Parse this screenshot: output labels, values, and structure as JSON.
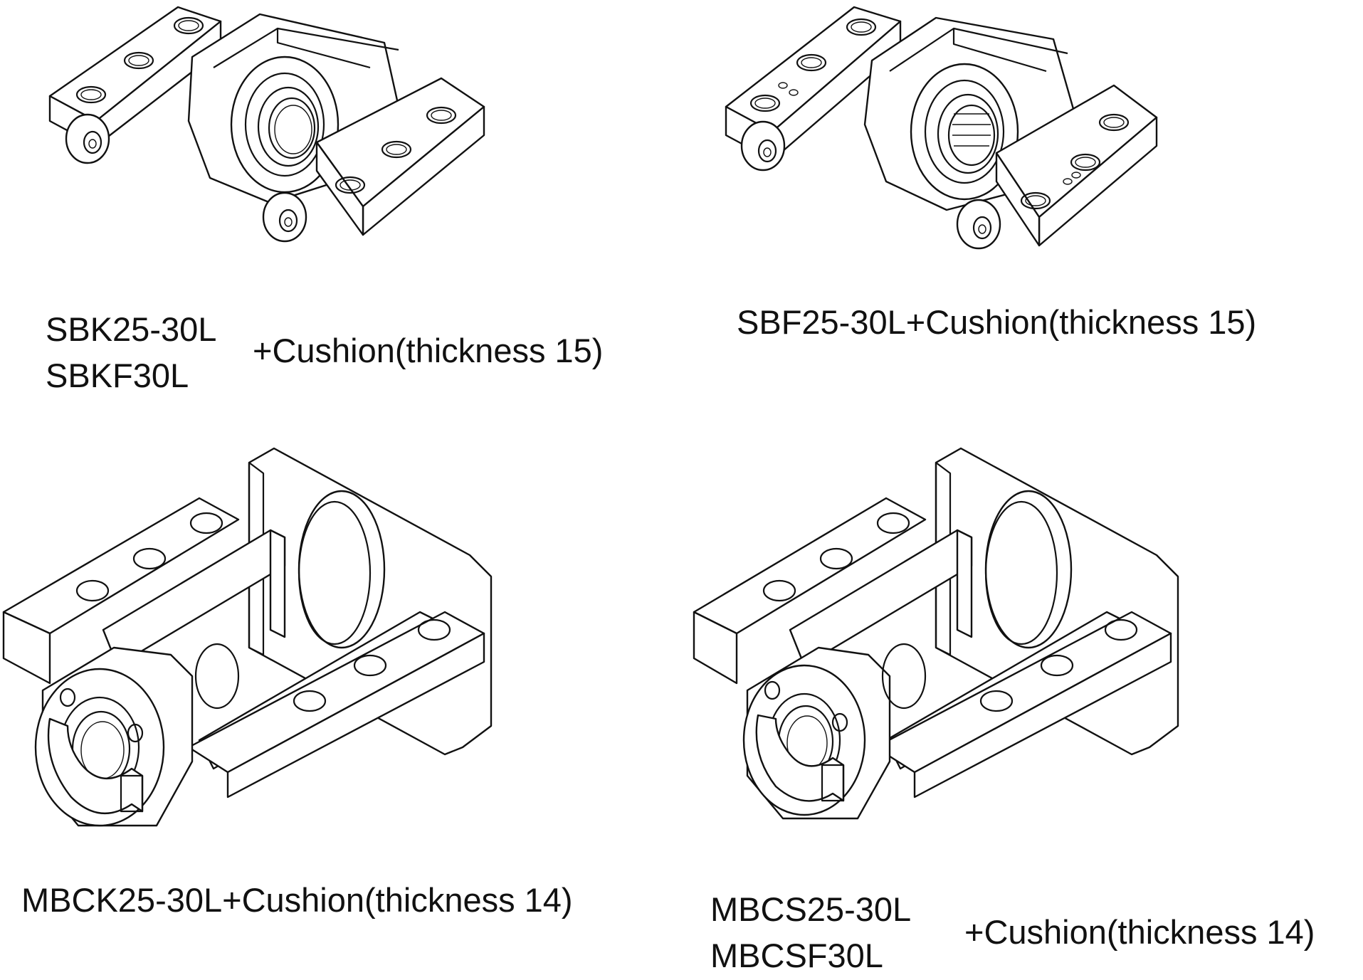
{
  "labels": {
    "sbk": {
      "line1": "SBK25-30L",
      "line2": "SBKF30L",
      "suffix": "+Cushion(thickness 15)"
    },
    "sbf": {
      "text": "SBF25-30L+Cushion(thickness 15)"
    },
    "mbck": {
      "text": "MBCK25-30L+Cushion(thickness 14)"
    },
    "mbcs": {
      "line1": "MBCS25-30L",
      "line2": "MBCSF30L",
      "suffix": "+Cushion(thickness 14)"
    }
  }
}
